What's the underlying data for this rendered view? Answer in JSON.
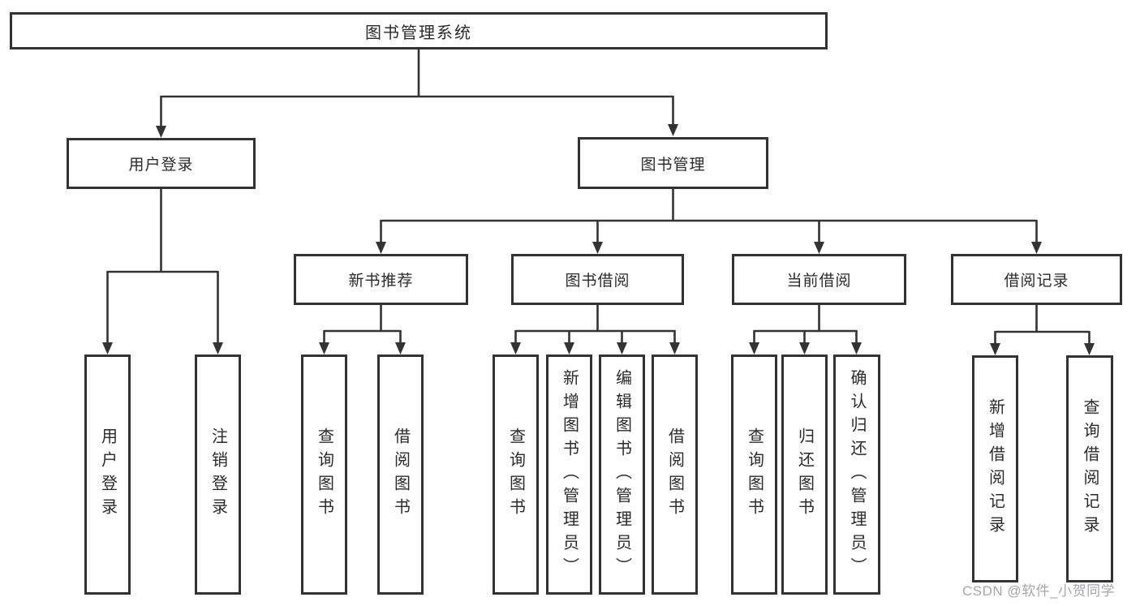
{
  "diagram": {
    "title": "图书管理系统",
    "nodes": {
      "root": "图书管理系统",
      "level1": [
        "用户登录",
        "图书管理"
      ],
      "level2": [
        "新书推荐",
        "图书借阅",
        "当前借阅",
        "借阅记录"
      ],
      "leaves": [
        "用户登录",
        "注销登录",
        "查询图书",
        "借阅图书",
        "查询图书",
        "新增图书（管理员）",
        "编辑图书（管理员）",
        "借阅图书",
        "查询图书",
        "归还图书",
        "确认归还（管理员）",
        "新增借阅记录",
        "查询借阅记录"
      ]
    },
    "colors": {
      "line": "#333333",
      "text": "#2b2b2b",
      "background": "#ffffff",
      "watermark": "#a6a6ab"
    }
  },
  "watermark": "CSDN @软件_小贺同学"
}
